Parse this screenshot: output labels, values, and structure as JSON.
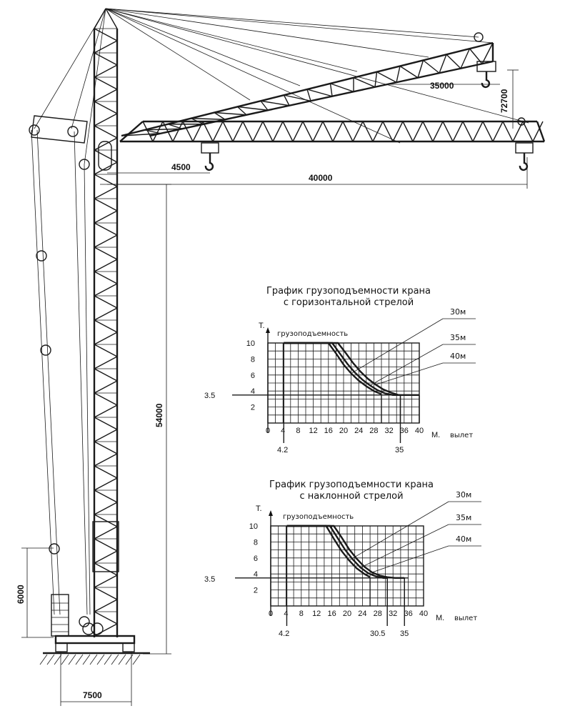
{
  "dimensions": {
    "jib_hook_short": "35000",
    "jib_tip_height": "72700",
    "hook_near": "4500",
    "horizontal_reach": "40000",
    "tower_height": "54000",
    "ballast_height": "6000",
    "base_width": "7500"
  },
  "chart_data": [
    {
      "type": "line",
      "title": "График грузоподъемности крана",
      "subtitle": "с горизонтальной стрелой",
      "ylabel": "Т.",
      "ycaption": "грузоподъемность",
      "xlabel": "М.",
      "xcaption": "вылет",
      "xlim": [
        0,
        40
      ],
      "ylim": [
        0,
        10
      ],
      "x_ticks": [
        "0",
        "4",
        "8",
        "12",
        "16",
        "20",
        "24",
        "28",
        "32",
        "36",
        "40"
      ],
      "y_ticks": [
        "2",
        "4",
        "6",
        "8",
        "10"
      ],
      "marker_y": "3.5",
      "marker_x1": "4.2",
      "marker_x2": "35",
      "series": [
        {
          "name": "30м",
          "x": [
            4.2,
            16,
            18,
            20,
            22,
            24,
            26,
            28,
            30
          ],
          "y": [
            10,
            10,
            8.7,
            7.3,
            6.2,
            5.3,
            4.6,
            4.0,
            3.6
          ]
        },
        {
          "name": "35м",
          "x": [
            4.2,
            17,
            19,
            21,
            23,
            25,
            27,
            29,
            31,
            33,
            35
          ],
          "y": [
            10,
            10,
            8.7,
            7.4,
            6.3,
            5.4,
            4.7,
            4.1,
            3.7,
            3.5,
            3.5
          ]
        },
        {
          "name": "40м",
          "x": [
            4.2,
            18.5,
            20.5,
            22.5,
            24.5,
            26.5,
            28.5,
            30.5,
            32.5,
            34.5,
            36,
            40
          ],
          "y": [
            10,
            10,
            8.8,
            7.5,
            6.4,
            5.5,
            4.8,
            4.2,
            3.8,
            3.5,
            3.5,
            3.5
          ]
        }
      ]
    },
    {
      "type": "line",
      "title": "График грузоподъемности крана",
      "subtitle": "с наклонной стрелой",
      "ylabel": "Т.",
      "ycaption": "грузоподъемность",
      "xlabel": "М.",
      "xcaption": "вылет",
      "xlim": [
        0,
        40
      ],
      "ylim": [
        0,
        10
      ],
      "x_ticks": [
        "0",
        "4",
        "8",
        "12",
        "16",
        "20",
        "24",
        "28",
        "32",
        "36",
        "40"
      ],
      "y_ticks": [
        "2",
        "4",
        "6",
        "8",
        "10"
      ],
      "marker_y": "3.5",
      "marker_x1": "4.2",
      "marker_x2": "30.5",
      "marker_x3": "35",
      "series": [
        {
          "name": "30м",
          "x": [
            4.2,
            14.5,
            16.5,
            18.5,
            20.5,
            22.5,
            24.5,
            26
          ],
          "y": [
            10,
            10,
            8.4,
            6.9,
            5.7,
            4.7,
            4.0,
            3.6
          ]
        },
        {
          "name": "35м",
          "x": [
            4.2,
            15.5,
            17.5,
            19.5,
            21.5,
            23.5,
            25.5,
            27.5,
            29.5,
            30.5
          ],
          "y": [
            10,
            10,
            8.5,
            7.0,
            5.8,
            4.8,
            4.1,
            3.7,
            3.5,
            3.5
          ]
        },
        {
          "name": "40м",
          "x": [
            4.2,
            16.5,
            18.5,
            20.5,
            22.5,
            24.5,
            26.5,
            28.5,
            30.5,
            32.5,
            35
          ],
          "y": [
            10,
            10,
            8.6,
            7.1,
            5.9,
            4.9,
            4.2,
            3.8,
            3.6,
            3.5,
            3.5
          ]
        }
      ]
    }
  ]
}
